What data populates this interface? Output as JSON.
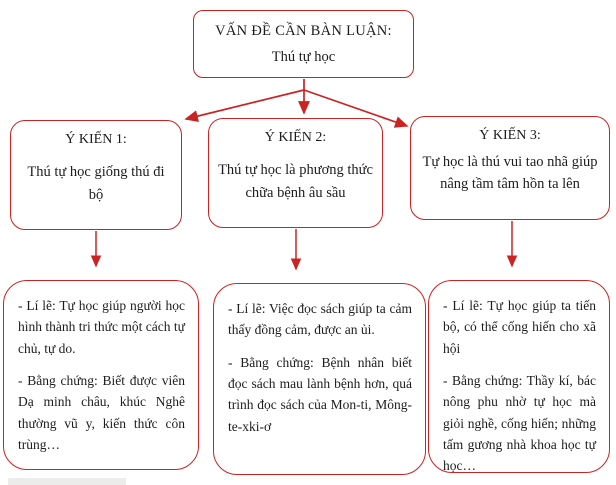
{
  "root": {
    "title": "VẤN ĐỀ CẦN BÀN LUẬN:",
    "subtitle": "Thú tự học"
  },
  "opinions": [
    {
      "heading": "Ý KIẾN 1:",
      "claim": "Thú tự học giống thú đi bộ",
      "reason": "- Lí lẽ: Tự học giúp người học hình thành tri thức một cách tự chủ, tự do.",
      "evidence": "- Bằng chứng: Biết được viên Dạ minh châu, khúc Nghê thường vũ y, kiến thức côn trùng…"
    },
    {
      "heading": "Ý KIẾN 2:",
      "claim": "Thú tự học là phương thức chữa bệnh âu sầu",
      "reason": "- Lí lẽ: Việc đọc sách giúp ta cảm thấy đồng cảm, được an ủi.",
      "evidence": "- Bằng chứng: Bệnh nhân biết đọc sách mau lành bệnh hơn, quá trình đọc sách của Mon-ti, Mông-te-xki-ơ"
    },
    {
      "heading": "Ý KIẾN 3:",
      "claim": "Tự học là thú vui tao nhã giúp nâng tầm tâm hồn ta lên",
      "reason": "- Lí lẽ: Tự học giúp ta tiến bộ, có thể cống hiến cho xã hội",
      "evidence": "- Bằng chứng: Thầy kí, bác nông phu nhờ tự học mà giỏi nghề, cống hiến; những tấm gương nhà khoa học tự học…"
    }
  ],
  "colors": {
    "accent_red": "#cc2222",
    "text": "#1c1c1c",
    "background": "#ffffff",
    "footer_strip": "#ececea"
  }
}
